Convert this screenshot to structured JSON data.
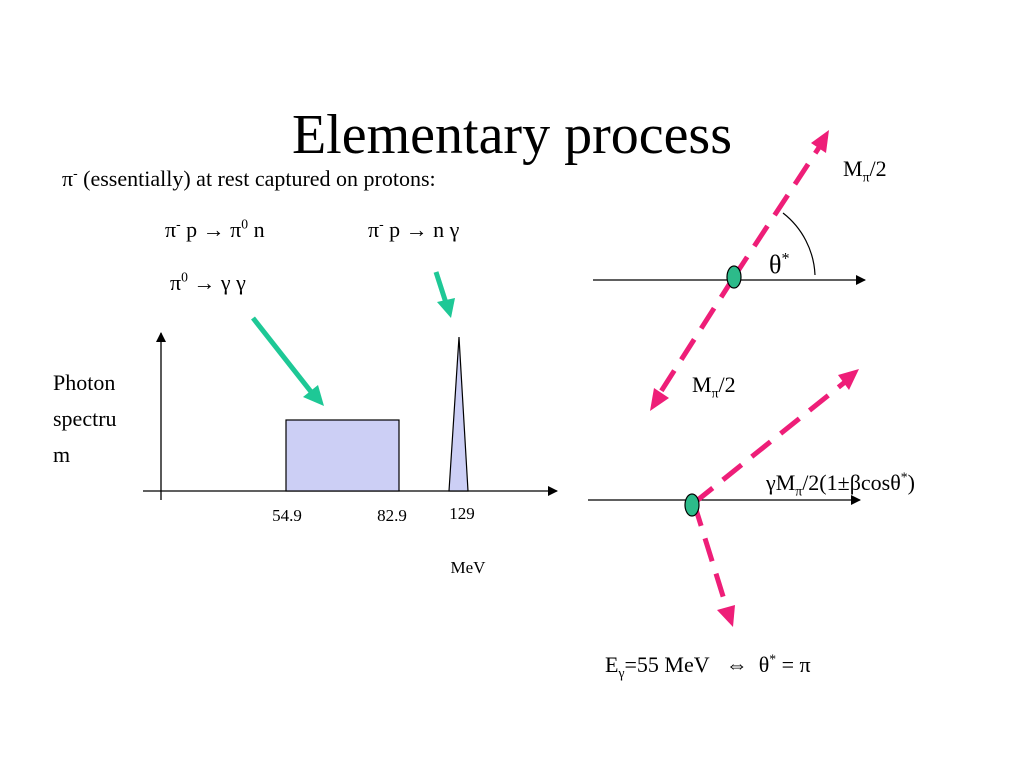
{
  "slide": {
    "title": "Elementary process",
    "subtitle": {
      "pi": "π",
      "charge": "-",
      "text": " (essentially) at rest captured on protons:"
    },
    "reaction1": {
      "pi": "π",
      "charge": "-",
      "mid": " p → π",
      "zero": "0",
      "end": " n"
    },
    "reaction2": {
      "pi": "π",
      "charge": "-",
      "end": " p → n γ"
    },
    "reaction3": {
      "pi": "π",
      "zero": "0",
      "end": " → γ γ"
    }
  },
  "spectrum": {
    "ylabel_lines": [
      "Photon",
      "spectru",
      "m"
    ],
    "ticks": [
      "54.9",
      "82.9",
      "129"
    ],
    "unit": "MeV",
    "box_range": [
      54.9,
      82.9
    ],
    "peak_energy": 129
  },
  "kinematics": {
    "top": {
      "label_upper_M": "M",
      "label_upper_sub": "π",
      "label_upper_rest": "/2",
      "label_lower_M": "M",
      "label_lower_sub": "π",
      "label_lower_rest": "/2",
      "theta": "θ",
      "theta_sup": "*"
    },
    "bottom": {
      "gamma_label_a": "γM",
      "gamma_label_sub": "π",
      "gamma_label_b": "/2(1±βcosθ",
      "gamma_label_sup": "*",
      "gamma_label_c": ")"
    },
    "condition": {
      "E": "E",
      "E_sub": "γ",
      "rest": "=55 MeV   ⇔  θ",
      "sup": "*",
      "end": " = π"
    }
  },
  "colors": {
    "arrow_teal": "#1ec896",
    "dashed_pink": "#ee1e78",
    "box_fill": "#cccff5",
    "vertex_fill": "#2dbb8a"
  }
}
